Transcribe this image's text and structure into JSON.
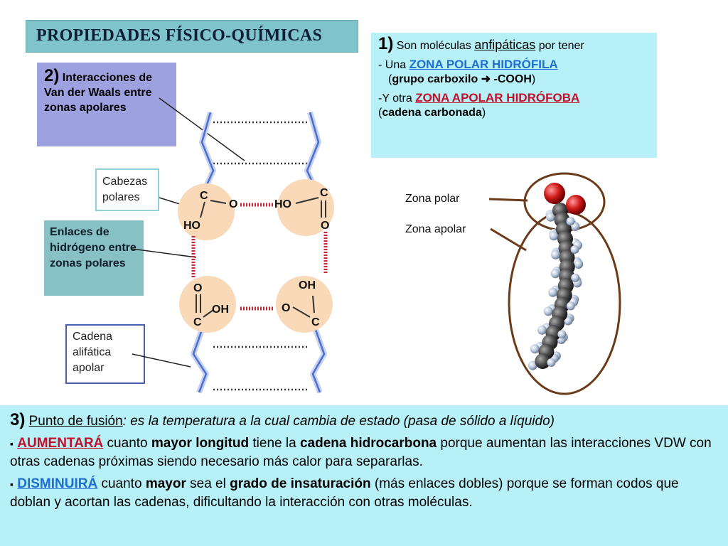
{
  "title": "PROPIEDADES FÍSICO-QUÍMICAS",
  "section1": {
    "num": "1)",
    "intro": "Son moléculas",
    "term": "anfipáticas",
    "tail": "por tener",
    "line1_prefix": "- Una",
    "polar_zone": "ZONA POLAR HIDRÓFILA",
    "polar_detail_open": "(",
    "polar_detail": "grupo carboxilo",
    "polar_group": "-COOH",
    "polar_detail_close": ")",
    "line2_prefix": "-Y otra",
    "apolar_zone": "ZONA APOLAR HIDRÓFOBA",
    "apolar_detail": "cadena carbonada"
  },
  "section2": {
    "num": "2)",
    "text_first": "Interacciones",
    "text_rest": "de Van der Waals entre zonas apolares"
  },
  "labels": {
    "cabezas": "Cabezas polares",
    "enlaces": "Enlaces de hidrógeno entre zonas polares",
    "cadena": "Cadena alifática apolar",
    "zona_polar": "Zona polar",
    "zona_apolar": "Zona apolar"
  },
  "diagram": {
    "top_left": {
      "c": "C",
      "o": "O",
      "ho": "HO"
    },
    "top_right": {
      "ho": "HO",
      "c": "C",
      "o": "O"
    },
    "bottom_left": {
      "o": "O",
      "oh": "OH",
      "c": "C"
    },
    "bottom_right": {
      "oh": "OH",
      "o": "O",
      "c": "C"
    }
  },
  "section3": {
    "num": "3)",
    "heading": "Punto de fusión",
    "definition": ": es la temperatura a la cual cambia de estado (pasa de sólido a líquido)",
    "b1_keyword": "AUMENTARÁ",
    "b1_t1": " cuanto ",
    "b1_t2": "mayor longitud",
    "b1_t3": " tiene la ",
    "b1_t4": "cadena hidrocarbona",
    "b1_t5": " porque aumentan las interacciones VDW con otras cadenas próximas siendo necesario más calor para separarlas.",
    "b2_keyword": "DISMINUIRÁ",
    "b2_t1": " cuanto ",
    "b2_t2": "mayor",
    "b2_t3": " sea el ",
    "b2_t4": "grado de insaturación",
    "b2_t5": " (más enlaces dobles) porque se forman codos que doblan y acortan las cadenas, dificultando la interacción con otras moléculas."
  },
  "colors": {
    "title_bg": "#7fc4cb",
    "box_light": "#b7f0f7",
    "box_violet": "#9ea1e0",
    "box_teal": "#87c1c6",
    "head_circle": "#f9d9b8",
    "hbond": "#cc2233",
    "chain_blue": "#4a6fd0",
    "keyword_blue": "#1e6fd0",
    "keyword_red": "#c0102a",
    "brown_outline": "#6b3a18"
  }
}
